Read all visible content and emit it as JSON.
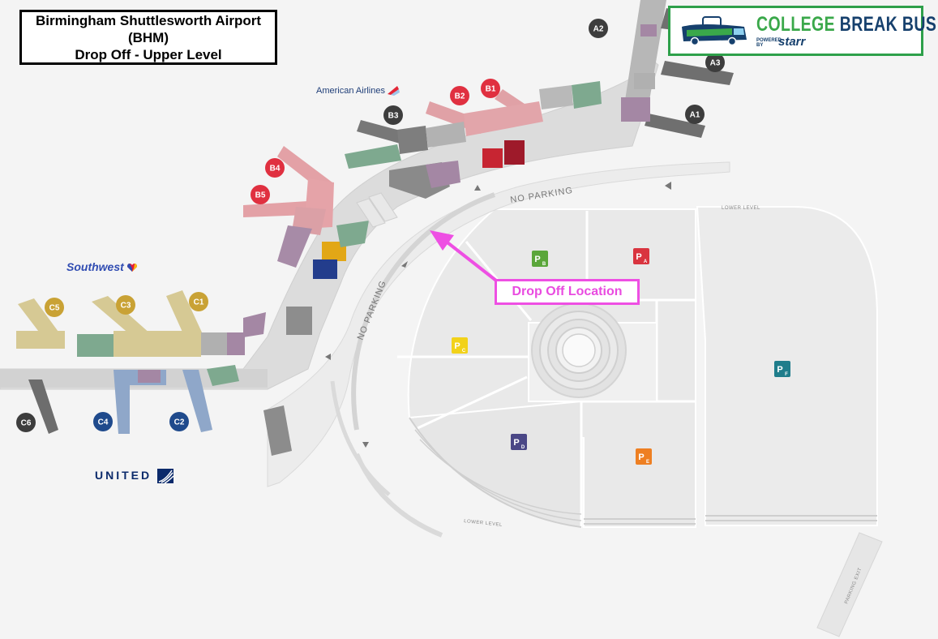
{
  "title": {
    "line1": "Birmingham Shuttlesworth Airport",
    "line2": "(BHM)",
    "line3": "Drop Off - Upper Level"
  },
  "logo": {
    "college": "COLLEGE",
    "break_bus": "BREAK BUS",
    "powered_by": "POWERED BY",
    "starr": "starr",
    "colors": {
      "green": "#3aa84a",
      "navy": "#16406d"
    }
  },
  "airlines": {
    "american": "American Airlines",
    "southwest": "Southwest",
    "united": "UNITED"
  },
  "gates": {
    "a1": "A1",
    "a2": "A2",
    "a3": "A3",
    "b1": "B1",
    "b2": "B2",
    "b3": "B3",
    "b4": "B4",
    "b5": "B5",
    "c1": "C1",
    "c2": "C2",
    "c3": "C3",
    "c4": "C4",
    "c5": "C5",
    "c6": "C6"
  },
  "parking": {
    "a": {
      "letter": "A"
    },
    "b": {
      "letter": "B"
    },
    "c": {
      "letter": "C"
    },
    "d": {
      "letter": "D"
    },
    "e": {
      "letter": "E"
    },
    "f": {
      "letter": "F"
    },
    "p": "P"
  },
  "roads": {
    "no_parking": "NO PARKING",
    "lower_level": "LOWER LEVEL",
    "parking_exit": "PARKING EXIT"
  },
  "dropoff_label": "Drop Off Location",
  "colors": {
    "gate_a": "#3d3d3d",
    "gate_b": "#e03040",
    "gate_c_yellow": "#c9a235",
    "gate_c_blue": "#1f4a8c",
    "gate_c_gray": "#3d3d3d",
    "highlight": "#ee4fe3",
    "lot_a": "#d9343f",
    "lot_b": "#5aa63a",
    "lot_c": "#f2d21a",
    "lot_d": "#4a4786",
    "lot_e": "#ee7f22",
    "lot_f": "#1f7d8b"
  }
}
